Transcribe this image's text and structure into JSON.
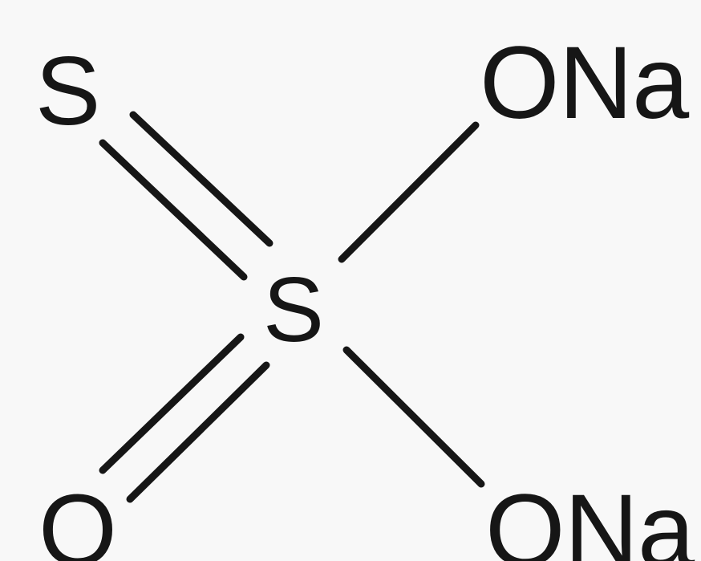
{
  "molecule": {
    "atoms": {
      "sulfur_top": "S",
      "sulfur_center": "S",
      "ona_top": "ONa",
      "oxygen_bottom": "O",
      "ona_bottom": "ONa"
    }
  },
  "colors": {
    "background": "#f8f8f8",
    "ink": "#161616"
  }
}
